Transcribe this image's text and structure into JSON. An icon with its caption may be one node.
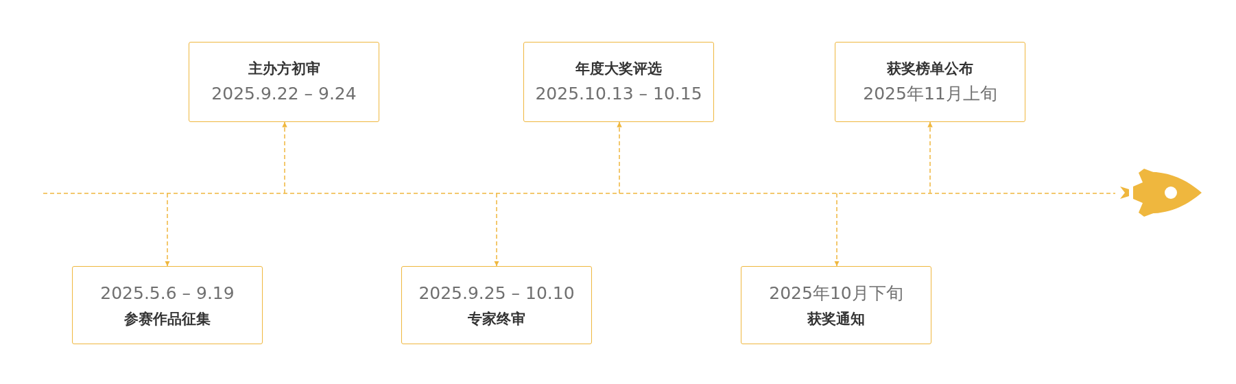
{
  "diagram": {
    "nodes": [
      {
        "text": [
          "2025.5.6 – 9.19",
          "参赛作品征集"
        ]
      },
      {
        "text": [
          "主办方初审",
          "2025.9.22 – 9.24"
        ]
      },
      {
        "text": [
          "2025.9.25 – 10.10",
          "专家终审"
        ]
      },
      {
        "text": [
          "年度大奖评选",
          "2025.10.13 – 10.15"
        ]
      },
      {
        "text": [
          "2025年10月下旬",
          "获奖通知"
        ]
      },
      {
        "text": [
          "获奖榜单公布",
          "2025年11月上旬"
        ]
      }
    ],
    "edges": [
      {
        "from": null,
        "to": 0,
        "arrow": "to",
        "style": "dashed"
      },
      {
        "from": null,
        "to": 1,
        "arrow": "to",
        "style": "dashed"
      },
      {
        "from": null,
        "to": 2,
        "arrow": "to",
        "style": "dashed"
      },
      {
        "from": null,
        "to": 3,
        "arrow": "to",
        "style": "dashed"
      },
      {
        "from": null,
        "to": 4,
        "arrow": "to",
        "style": "dashed"
      },
      {
        "from": null,
        "to": 5,
        "arrow": "to",
        "style": "dashed"
      }
    ]
  }
}
